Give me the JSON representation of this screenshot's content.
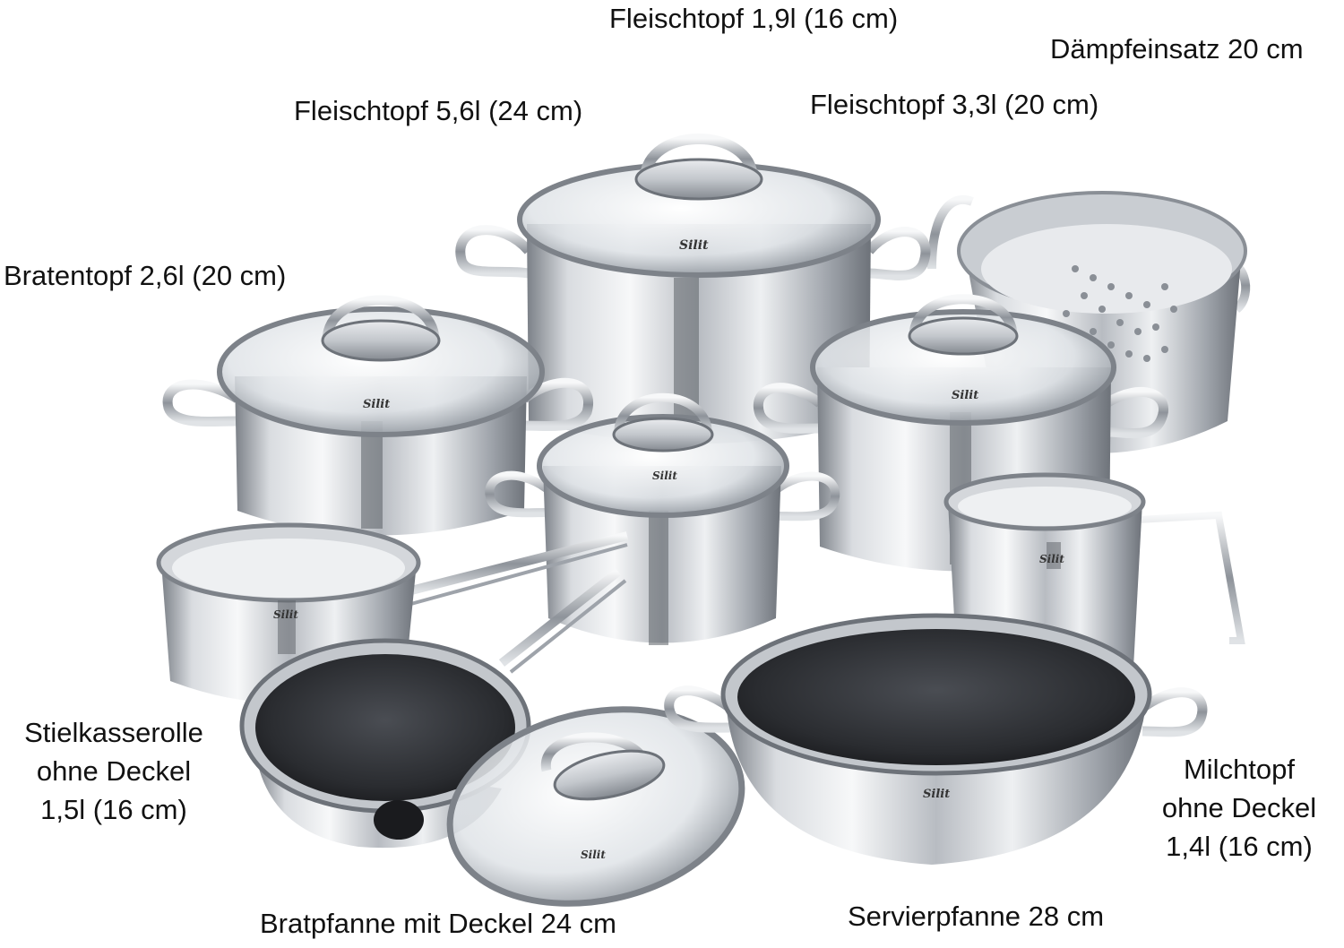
{
  "labels": {
    "fleischtopf_19": "Fleischtopf 1,9l (16 cm)",
    "daempfeinsatz": "Dämpfeinsatz 20 cm",
    "fleischtopf_56": "Fleischtopf 5,6l (24 cm)",
    "fleischtopf_33": "Fleischtopf 3,3l (20 cm)",
    "bratentopf": "Bratentopf 2,6l (20 cm)",
    "stielkasserolle": [
      "Stielkasserolle",
      "ohne Deckel",
      "1,5l (16 cm)"
    ],
    "milchtopf": [
      "Milchtopf",
      "ohne Deckel",
      "1,4l (16 cm)"
    ],
    "bratpfanne": "Bratpfanne mit Deckel 24 cm",
    "servierpfanne": "Servierpfanne 28 cm"
  },
  "brand": "Silit",
  "colors": {
    "steel_light": "#f2f3f5",
    "steel_mid": "#b9bdc3",
    "steel_dark": "#6d7279",
    "nonstick": "#2a2c30",
    "text": "#111111"
  }
}
